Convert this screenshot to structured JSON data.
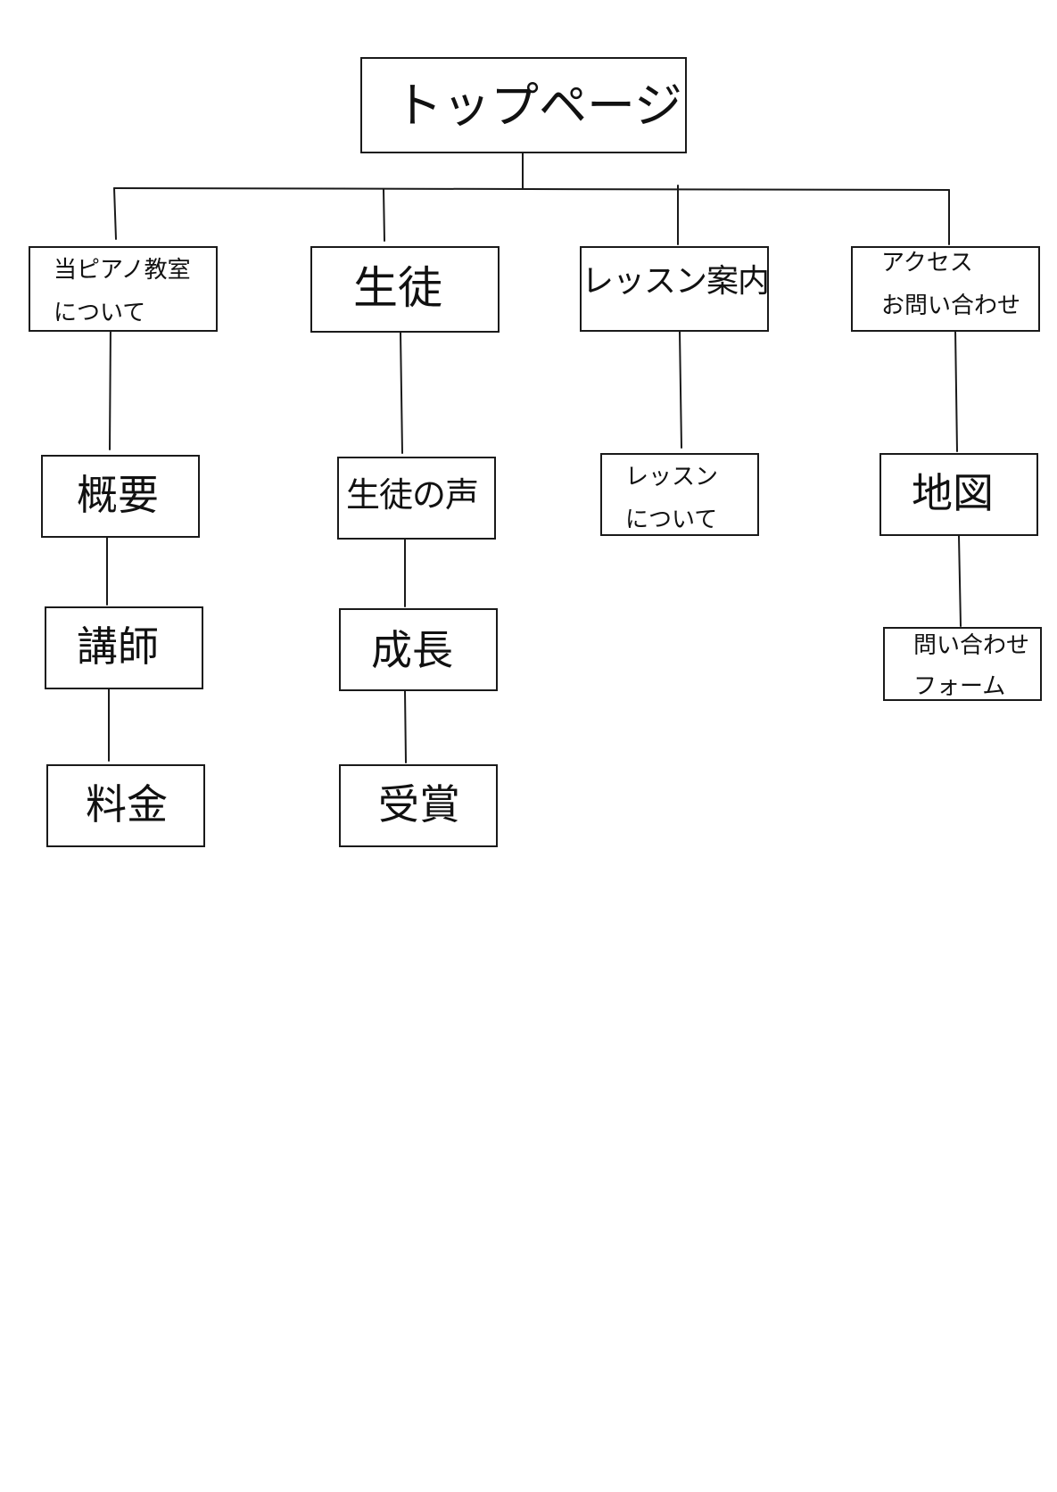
{
  "sitemap": {
    "top": {
      "label": "トップページ"
    },
    "sections": [
      {
        "label_lines": [
          "当ピアノ教室",
          "について"
        ],
        "children": [
          "概要",
          "講師",
          "料金"
        ]
      },
      {
        "label": "生徒",
        "children": [
          "生徒の声",
          "成長",
          "受賞"
        ]
      },
      {
        "label": "レッスン案内",
        "children": [
          {
            "label_lines": [
              "レッスン",
              "について"
            ]
          }
        ]
      },
      {
        "label_lines": [
          "アクセス",
          "お問い合わせ"
        ],
        "children": [
          "地図",
          {
            "label_lines": [
              "問い合わせ",
              "フォーム"
            ]
          }
        ]
      }
    ]
  }
}
